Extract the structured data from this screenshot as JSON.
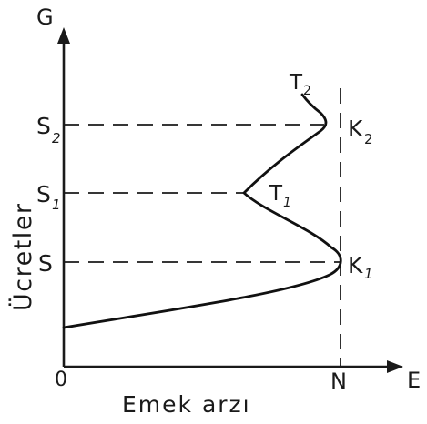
{
  "diagram": {
    "axis_y_letter": "G",
    "axis_x_letter": "E",
    "origin_label": "0",
    "y_axis_title": "Ücretler",
    "x_axis_title": "Emek arzı",
    "wage_levels": {
      "s": "S",
      "s1_letter": "S",
      "s1_sub": "1",
      "s2_letter": "S",
      "s2_sub": "2"
    },
    "supply_limit": "N",
    "points": {
      "k1_letter": "K",
      "k1_sub": "1",
      "k2_letter": "K",
      "k2_sub": "2",
      "t1_letter": "T",
      "t1_sub": "1",
      "t2_letter": "T",
      "t2_sub": "2"
    }
  }
}
